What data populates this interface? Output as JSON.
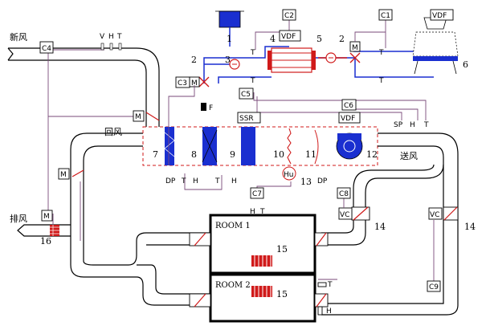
{
  "air": {
    "fresh": "新风",
    "return": "回风",
    "exhaust": "排风",
    "supply": "送风"
  },
  "controllers": [
    "C1",
    "C2",
    "C3",
    "C4",
    "C5",
    "C6",
    "C7",
    "C8",
    "C9"
  ],
  "drives": {
    "vdf": "VDF",
    "ssr": "SSR"
  },
  "sensors": {
    "v": "V",
    "h": "H",
    "t": "T",
    "dp": "DP",
    "sp": "SP",
    "f": "F",
    "hu": "Hu",
    "m": "M",
    "vc": "VC"
  },
  "components": [
    "1",
    "2",
    "3",
    "4",
    "5",
    "6",
    "7",
    "8",
    "9",
    "10",
    "11",
    "12",
    "13",
    "14",
    "15",
    "16"
  ],
  "rooms": [
    "ROOM 1",
    "ROOM 2"
  ],
  "colors": {
    "supply_pipe": "#1a2fd0",
    "return_pipe": "#d01a1a",
    "coil_fill": "#1a2fd0",
    "unit_dash": "#d01a1a",
    "wire": "#7a4a7a"
  }
}
